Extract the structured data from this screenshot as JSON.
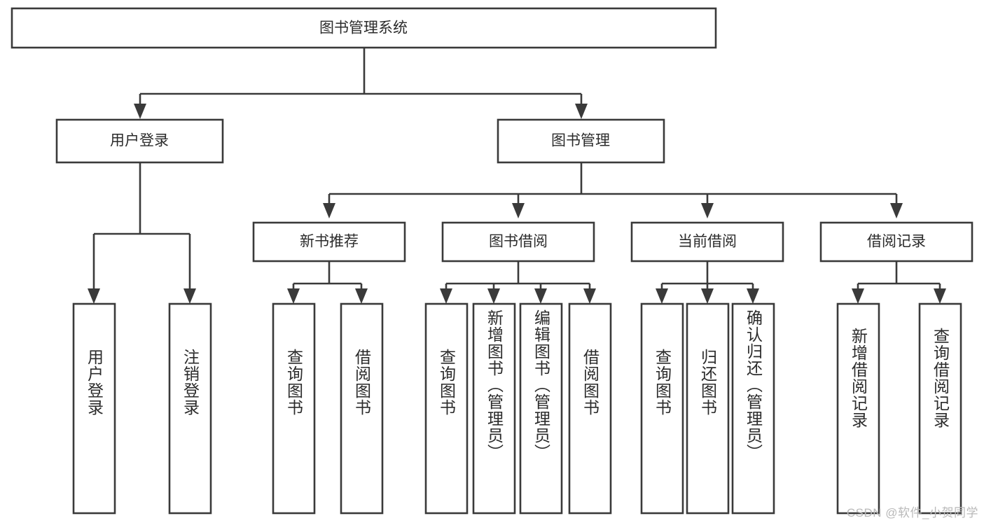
{
  "diagram": {
    "title": "图书管理系统",
    "type": "hierarchy-tree",
    "watermark": "CSDN @软件_小贺同学",
    "colors": {
      "stroke": "#3a3a3a",
      "box_fill": "#ffffff",
      "text": "#2b2b2b",
      "background": "#ffffff",
      "watermark": "#b9b9b9"
    },
    "root": {
      "label": "图书管理系统"
    },
    "level2": [
      {
        "label": "用户登录"
      },
      {
        "label": "图书管理"
      }
    ],
    "level3": [
      {
        "label": "新书推荐"
      },
      {
        "label": "图书借阅"
      },
      {
        "label": "当前借阅"
      },
      {
        "label": "借阅记录"
      }
    ],
    "leaves": {
      "user_login": [
        {
          "label": "用户登录"
        },
        {
          "label": "注销登录"
        }
      ],
      "new_book": [
        {
          "label": "查询图书"
        },
        {
          "label": "借阅图书"
        }
      ],
      "book_borrow": [
        {
          "label": "查询图书"
        },
        {
          "label": "新增图书（管理员）"
        },
        {
          "label": "编辑图书（管理员）"
        },
        {
          "label": "借阅图书"
        }
      ],
      "current_borrow": [
        {
          "label": "查询图书"
        },
        {
          "label": "归还图书"
        },
        {
          "label": "确认归还（管理员）"
        }
      ],
      "borrow_record": [
        {
          "label": "新增借阅记录"
        },
        {
          "label": "查询借阅记录"
        }
      ]
    }
  }
}
